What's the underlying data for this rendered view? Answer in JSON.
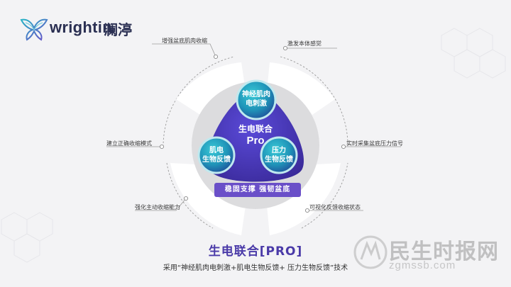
{
  "brand": {
    "name": "wrightin",
    "name_cn": "澜渟"
  },
  "outer_labels": {
    "top_left": "增强盆底肌肉收缩",
    "top_right": "激发本体感觉",
    "mid_left": "建立正确收缩模式",
    "mid_right": "实时采集盆底压力信号",
    "bottom_left": "强化主动收缩能力",
    "bottom_right": "可视化反馈收缩状态"
  },
  "center": {
    "line1": "生电联合",
    "line2": "Pro"
  },
  "circles": {
    "top": {
      "line1": "神经肌肉",
      "line2": "电刺激"
    },
    "left": {
      "line1": "肌电",
      "line2": "生物反馈"
    },
    "right": {
      "line1": "压力",
      "line2": "生物反馈"
    }
  },
  "badge": "稳固支撑 强韧盆底",
  "title": "生电联合[PRO]",
  "subtitle": "采用“神经肌肉电刺激+肌电生物反馈+ 压力生物反馈”技术",
  "watermark": {
    "cn": "民生时报网",
    "en": "zgmssb.com"
  },
  "colors": {
    "brand": "#2a2f52",
    "purple": "#4a3aa8",
    "badge": "#6a4fc8",
    "teal": "#27b3c6"
  }
}
